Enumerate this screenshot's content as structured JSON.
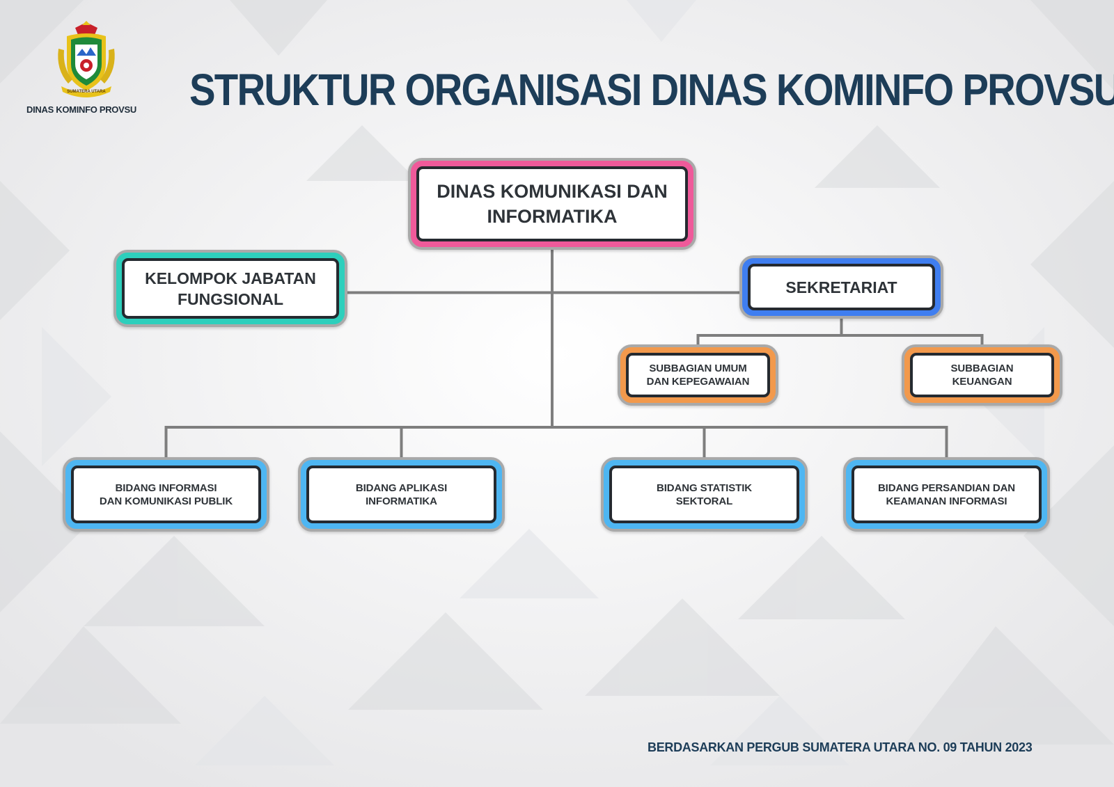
{
  "header": {
    "title": "STRUKTUR ORGANISASI DINAS KOMINFO PROVSU",
    "logo_caption": "DINAS KOMINFO PROVSU",
    "logo_ribbon": "SUMATERA UTARA"
  },
  "colors": {
    "title": "#1d3d58",
    "head": "#ef5a9a",
    "fungsional": "#2dcfbc",
    "sekretariat": "#3f7ef0",
    "subbagian": "#f2994c",
    "bidang": "#4eb6f2",
    "connector": "#7e7e7e"
  },
  "nodes": {
    "head": {
      "label": "DINAS KOMUNIKASI DAN\nINFORMATIKA"
    },
    "fungsional": {
      "label": "KELOMPOK JABATAN\nFUNGSIONAL"
    },
    "sekretariat": {
      "label": "SEKRETARIAT"
    },
    "sub_umum": {
      "label": "SUBBAGIAN UMUM\nDAN KEPEGAWAIAN"
    },
    "sub_keuangan": {
      "label": "SUBBAGIAN\nKEUANGAN"
    },
    "bidang_ikp": {
      "label": "BIDANG INFORMASI\nDAN KOMUNIKASI  PUBLIK"
    },
    "bidang_aptika": {
      "label": "BIDANG APLIKASI\nINFORMATIKA"
    },
    "bidang_statistik": {
      "label": "BIDANG STATISTIK\nSEKTORAL"
    },
    "bidang_persandian": {
      "label": "BIDANG PERSANDIAN DAN\nKEAMANAN INFORMASI"
    }
  },
  "edges": [
    [
      "head",
      "fungsional"
    ],
    [
      "head",
      "sekretariat"
    ],
    [
      "sekretariat",
      "sub_umum"
    ],
    [
      "sekretariat",
      "sub_keuangan"
    ],
    [
      "head",
      "bidang_ikp"
    ],
    [
      "head",
      "bidang_aptika"
    ],
    [
      "head",
      "bidang_statistik"
    ],
    [
      "head",
      "bidang_persandian"
    ]
  ],
  "footer": {
    "note": "BERDASARKAN PERGUB SUMATERA UTARA NO. 09 TAHUN 2023"
  }
}
